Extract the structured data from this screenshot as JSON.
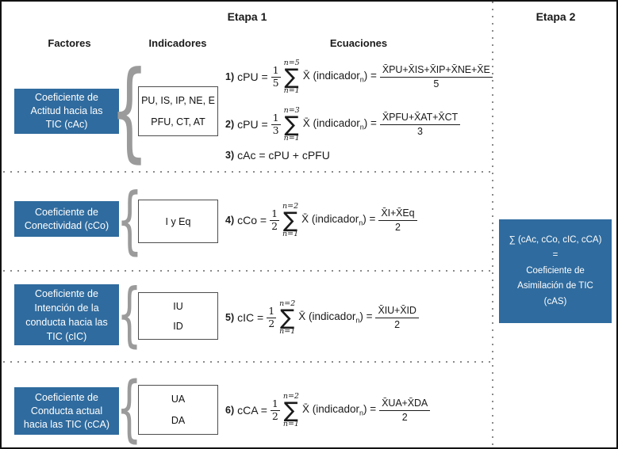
{
  "stage1": {
    "title": "Etapa 1"
  },
  "stage2": {
    "title": "Etapa 2"
  },
  "columns": {
    "factores": "Factores",
    "indicadores": "Indicadores",
    "ecuaciones": "Ecuaciones"
  },
  "symbols": {
    "sigma": "∑",
    "brace": "{"
  },
  "rows": [
    {
      "factor_lines": [
        "Coeficiente de",
        "Actitud hacia las",
        "TIC (cAc)"
      ],
      "indicators": [
        "PU, IS, IP, NE, E",
        "PFU, CT, AT"
      ]
    },
    {
      "factor_lines": [
        "Coeficiente de",
        "Conectividad (cCo)"
      ],
      "indicators": [
        "I y Eq"
      ]
    },
    {
      "factor_lines": [
        "Coeficiente de",
        "Intención de la",
        "conducta hacia las",
        "TIC (cIC)"
      ],
      "indicators": [
        "IU",
        "ID"
      ]
    },
    {
      "factor_lines": [
        "Coeficiente de",
        "Conducta actual",
        "hacia las TIC (cCA)"
      ],
      "indicators": [
        "UA",
        "DA"
      ]
    }
  ],
  "equations": [
    {
      "label": "1)",
      "lhs": "cPU =",
      "coef_num": "1",
      "coef_den": "5",
      "sum_upper": "n=5",
      "sum_lower": "n=1",
      "term_pre": "X̄ (indicador",
      "term_sub": "n",
      "term_post": ") =",
      "result_num": "X̄PU+X̄IS+X̄IP+X̄NE+X̄E",
      "result_den": "5"
    },
    {
      "label": "2)",
      "lhs": "cPU =",
      "coef_num": "1",
      "coef_den": "3",
      "sum_upper": "n=3",
      "sum_lower": "n=1",
      "term_pre": "X̄ (indicador",
      "term_sub": "n",
      "term_post": ") =",
      "result_num": "X̄PFU+X̄AT+X̄CT",
      "result_den": "3"
    },
    {
      "label": "3)",
      "text": "cAc = cPU + cPFU"
    },
    {
      "label": "4)",
      "lhs": "cCo =",
      "coef_num": "1",
      "coef_den": "2",
      "sum_upper": "n=2",
      "sum_lower": "n=1",
      "term_pre": "X̄ (indicador",
      "term_sub": "n",
      "term_post": ") =",
      "result_num": "X̄I+X̄Eq",
      "result_den": "2"
    },
    {
      "label": "5)",
      "lhs": "cIC =",
      "coef_num": "1",
      "coef_den": "2",
      "sum_upper": "n=2",
      "sum_lower": "n=1",
      "term_pre": "X̄ (indicador",
      "term_sub": "n",
      "term_post": ") =",
      "result_num": "X̄IU+X̄ID",
      "result_den": "2"
    },
    {
      "label": "6)",
      "lhs": "cCA =",
      "coef_num": "1",
      "coef_den": "2",
      "sum_upper": "n=2",
      "sum_lower": "n=1",
      "term_pre": "X̄ (indicador",
      "term_sub": "n",
      "term_post": ") =",
      "result_num": "X̄UA+X̄DA",
      "result_den": "2"
    }
  ],
  "stage2_box": {
    "lines": [
      "∑ (cAc, cCo, cIC, cCA)",
      "=",
      "Coeficiente de",
      "Asimilación de TIC",
      "(cAS)"
    ]
  },
  "colors": {
    "box_blue": "#2F6B9E",
    "brace_gray": "#9B9B9B",
    "dot_gray": "#8A8A8A"
  }
}
